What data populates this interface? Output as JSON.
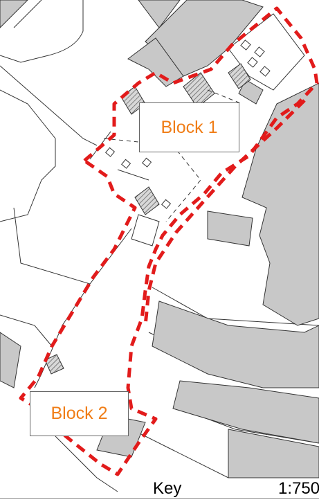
{
  "labels": {
    "block_1": "Block 1",
    "block_2": "Block 2",
    "key": "Key",
    "scale": "1:750"
  },
  "colors": {
    "boundary": "#e21b1b",
    "building_fill": "#c8c8c8",
    "label_text": "#f07d16",
    "line": "#333333",
    "hatch": "#6e6e6e"
  }
}
